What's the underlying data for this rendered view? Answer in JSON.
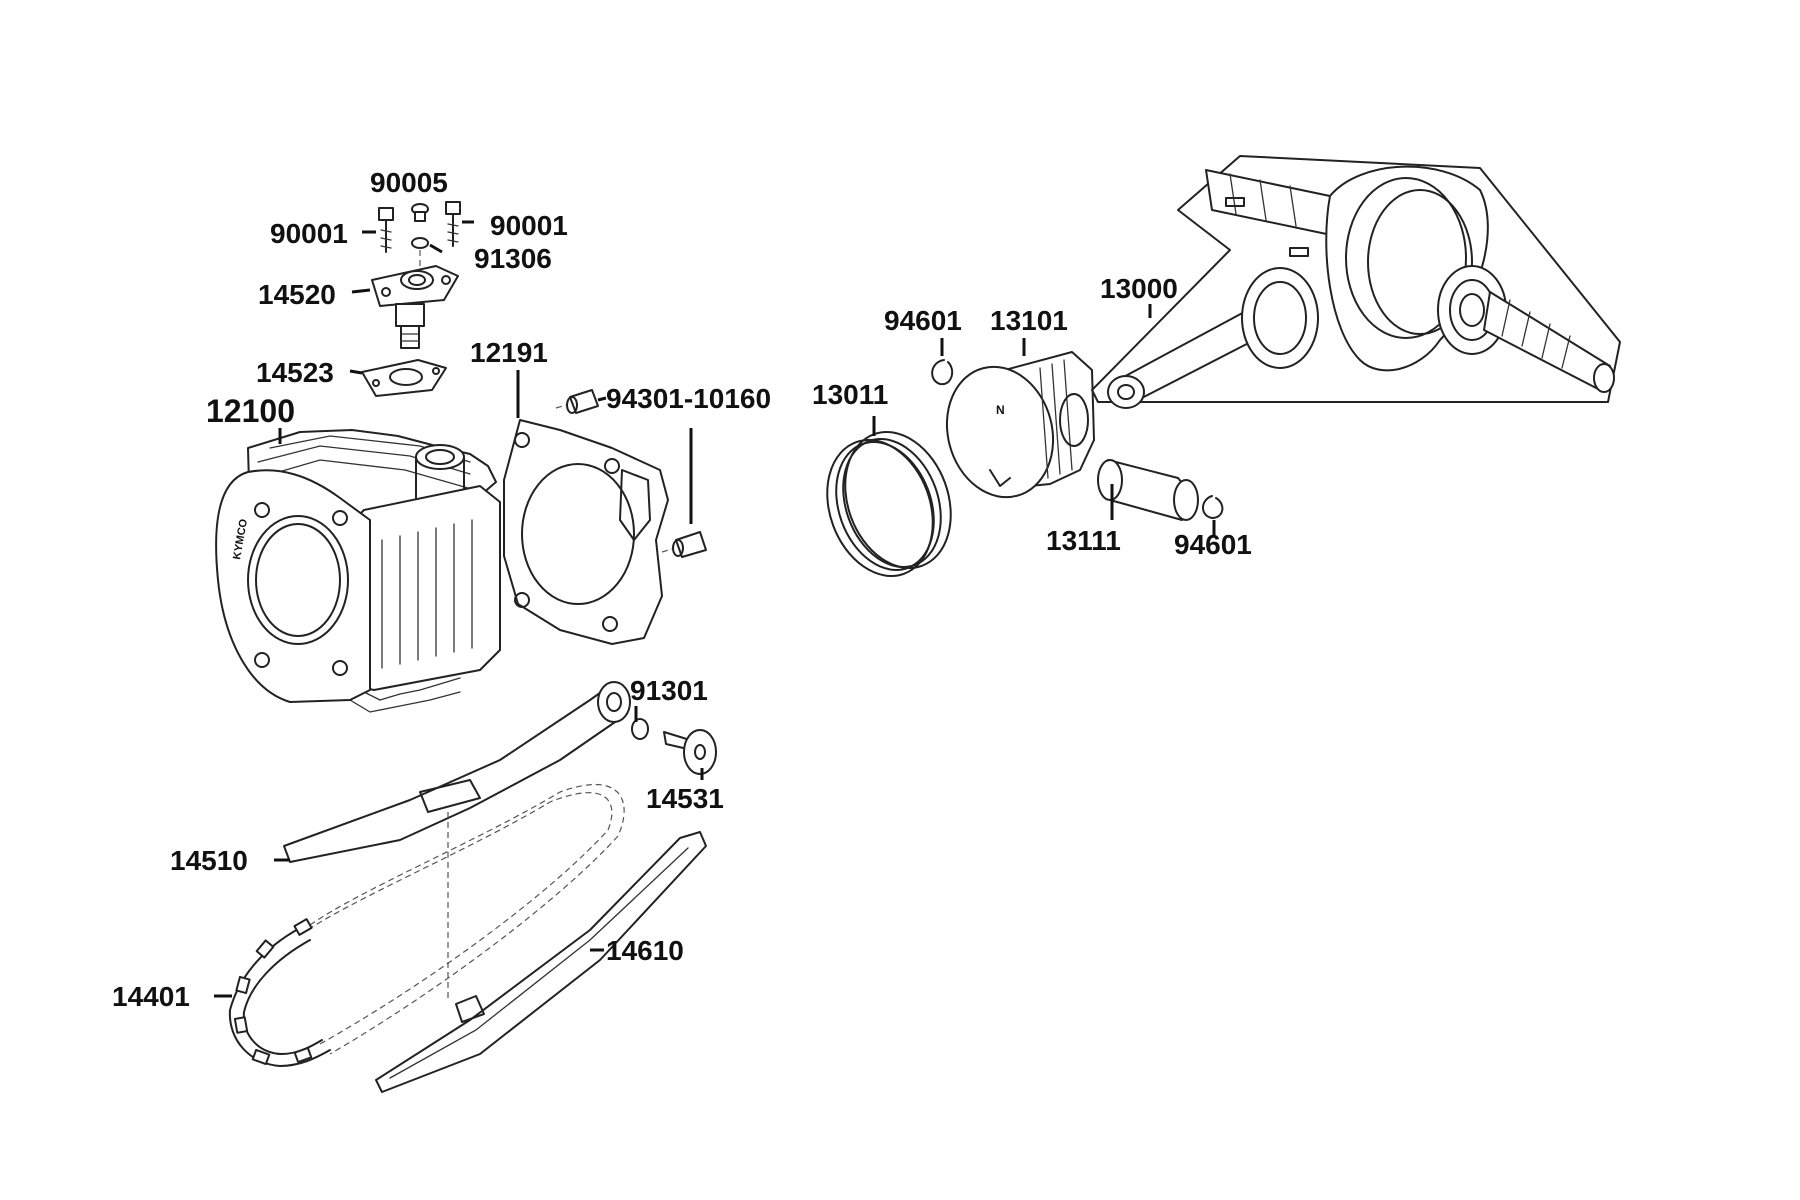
{
  "callouts": [
    {
      "key": "c90005",
      "text": "90005"
    },
    {
      "key": "c90001a",
      "text": "90001"
    },
    {
      "key": "c90001b",
      "text": "90001"
    },
    {
      "key": "c91306",
      "text": "91306"
    },
    {
      "key": "c14520",
      "text": "14520"
    },
    {
      "key": "c14523",
      "text": "14523"
    },
    {
      "key": "c12191",
      "text": "12191"
    },
    {
      "key": "c12100",
      "text": "12100"
    },
    {
      "key": "c94301",
      "text": "94301-10160"
    },
    {
      "key": "c13011",
      "text": "13011"
    },
    {
      "key": "c94601a",
      "text": "94601"
    },
    {
      "key": "c13101",
      "text": "13101"
    },
    {
      "key": "c13000",
      "text": "13000"
    },
    {
      "key": "c13111",
      "text": "13111"
    },
    {
      "key": "c94601b",
      "text": "94601"
    },
    {
      "key": "c91301",
      "text": "91301"
    },
    {
      "key": "c14531",
      "text": "14531"
    },
    {
      "key": "c14510",
      "text": "14510"
    },
    {
      "key": "c14610",
      "text": "14610"
    },
    {
      "key": "c14401",
      "text": "14401"
    }
  ],
  "cylinder_brand": "KYMCO",
  "colors": {
    "line": "#222222",
    "text": "#111111",
    "background": "#ffffff"
  }
}
